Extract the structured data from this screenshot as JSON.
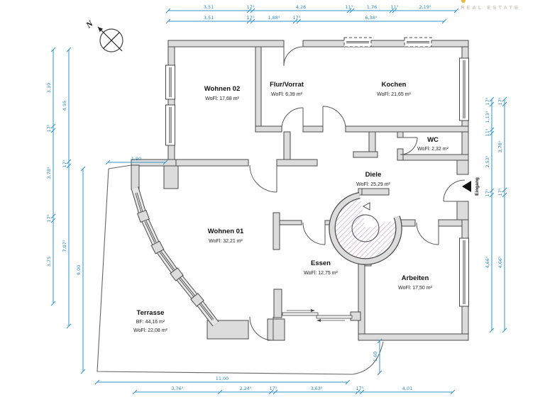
{
  "meta": {
    "watermark": "REAL ESTATE",
    "compass_label": "N",
    "entrance_label": "Eingang"
  },
  "rooms": [
    {
      "name": "Wohnen 02",
      "area": "WoFl: 17,68 m²"
    },
    {
      "name": "Flur/Vorrat",
      "area": "WoFl: 6,39 m²"
    },
    {
      "name": "Kochen",
      "area": "WoFl: 21,65 m²"
    },
    {
      "name": "WC",
      "area": "WoFl: 2,32 m²"
    },
    {
      "name": "Diele",
      "area": "WoFl: 25,29 m²"
    },
    {
      "name": "Wohnen 01",
      "area": "WoFl: 32,21 m²"
    },
    {
      "name": "Essen",
      "area": "WoFl: 12,75 m²"
    },
    {
      "name": "Arbeiten",
      "area": "WoFl: 17,50 m²"
    },
    {
      "name": "Terrasse",
      "area": "BF: 44,16 m²",
      "area2": "WoFl: 22,08 m²"
    }
  ],
  "dims": {
    "top_row1": [
      "3,51",
      "17⁵",
      "4,26",
      "11⁵",
      "1,76",
      "11⁵",
      "2,19⁵"
    ],
    "top_row2": [
      "3,51",
      "17⁵",
      "1,88⁵",
      "17⁵",
      "6,38⁵"
    ],
    "left_outer": [
      "3,39",
      "17⁵",
      "3,78⁵",
      "17⁵",
      "3,75"
    ],
    "left_inner": [
      "4,95",
      "17⁵",
      "7,07⁵"
    ],
    "left_terrace": "9,00",
    "terrace_top": "1,90",
    "right_inner": [
      "17⁵",
      "1,13⁵",
      "11⁵",
      "2,53⁵",
      "17⁵",
      "4,66⁵"
    ],
    "right_outer": [
      "17⁵",
      "3,78⁵",
      "17⁵",
      "4,66⁵"
    ],
    "bottom_terrace": "11,00",
    "bottom_row": [
      "3,76⁵",
      "2,24⁵",
      "17⁵",
      "3,63⁵",
      "17⁵",
      "4,01"
    ],
    "arbeiten_door": "1,60"
  },
  "colors": {
    "dimension": "#3093c7",
    "wall_fill": "#dcdcdc",
    "wall_stroke": "#4a4a4a",
    "stair_hatch": "#c79fd4",
    "watermark": "#d6cdbd"
  }
}
